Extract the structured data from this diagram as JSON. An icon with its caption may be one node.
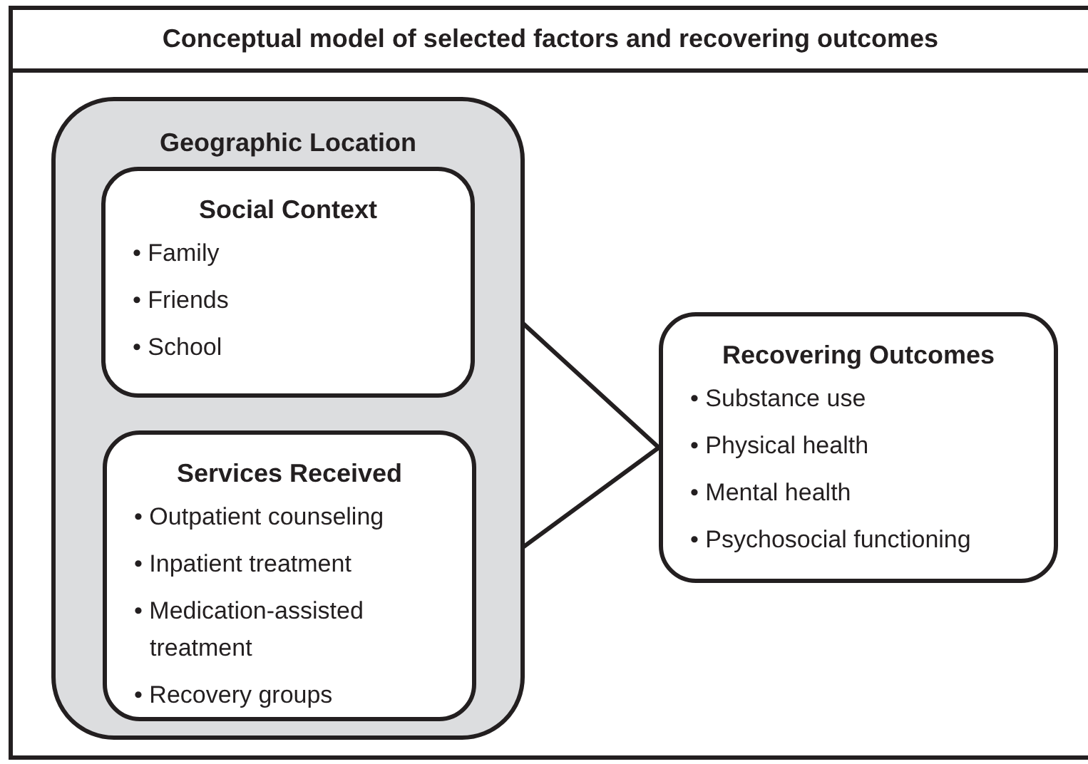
{
  "diagram": {
    "title": "Conceptual model of selected factors and recovering outcomes",
    "nodes": [
      {
        "text": [
          "Geographic Location"
        ]
      },
      {
        "text": [
          "Social Context",
          "• Family",
          "• Friends",
          "• School"
        ],
        "in": 0
      },
      {
        "text": [
          "Services Received",
          "• Outpatient counseling",
          "• Inpatient treatment",
          "• Medication-assisted treatment",
          "• Recovery groups"
        ],
        "in": 0
      },
      {
        "text": [
          "Recovering Outcomes",
          "• Substance use",
          "• Physical health",
          "• Mental health",
          "• Psychosocial functioning"
        ]
      }
    ],
    "edges": [
      {
        "from": 1,
        "to": 3,
        "arrow": "none"
      },
      {
        "from": 2,
        "to": 3,
        "arrow": "none"
      }
    ]
  }
}
